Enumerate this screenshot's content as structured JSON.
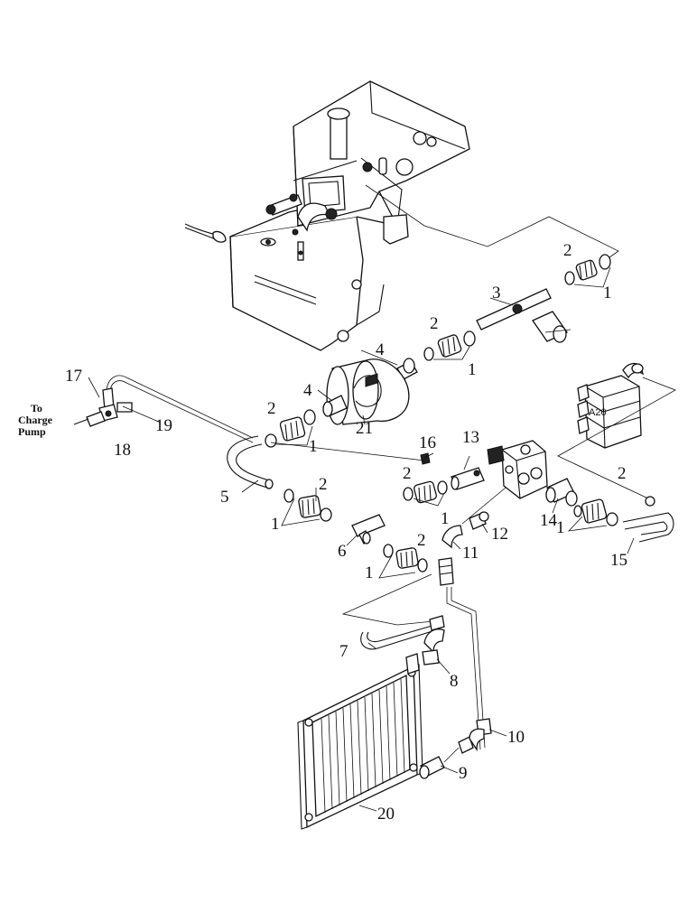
{
  "callouts": {
    "c1": "1",
    "c2": "2",
    "c3": "3",
    "c4": "4",
    "c5": "5",
    "c6": "6",
    "c7": "7",
    "c8": "8",
    "c9": "9",
    "c10": "10",
    "c11": "11",
    "c12": "12",
    "c13": "13",
    "c14": "14",
    "c15": "15",
    "c16": "16",
    "c17": "17",
    "c18": "18",
    "c19": "19",
    "c20": "20",
    "c21": "21"
  },
  "note": {
    "line1": "To",
    "line2": "Charge",
    "line3": "Pump"
  },
  "valve_tag": "A20"
}
